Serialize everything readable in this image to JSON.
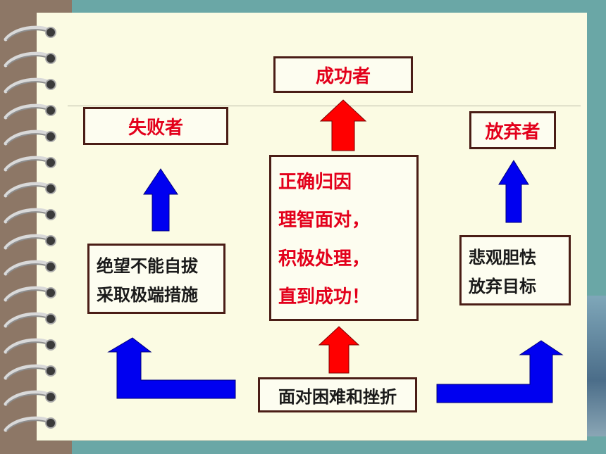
{
  "nodes": {
    "success": "成功者",
    "failure": "失败者",
    "giveup": "放弃者",
    "middle_lines": [
      "正确归因",
      "理智面对，",
      "积极处理，",
      "直到成功！"
    ],
    "left_lines": [
      "绝望不能自拔",
      "采取极端措施"
    ],
    "right_lines": [
      "悲观胆怯",
      "放弃目标"
    ],
    "bottom": "面对困难和挫折"
  },
  "colors": {
    "red": "#e3001b",
    "blue": "#0000f0",
    "border": "#4a1d16",
    "paper": "#fbfbe3"
  }
}
